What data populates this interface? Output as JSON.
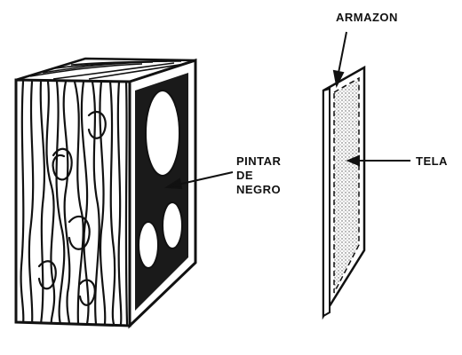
{
  "diagram": {
    "labels": {
      "frame": "ARMAZON",
      "paint_line1": "PINTAR",
      "paint_line2": "DE",
      "paint_line3": "NEGRO",
      "cloth": "TELA"
    },
    "colors": {
      "ink": "#111111",
      "paper": "#ffffff",
      "interior": "#1a1a1a",
      "cloth_dots": "#555555"
    }
  }
}
